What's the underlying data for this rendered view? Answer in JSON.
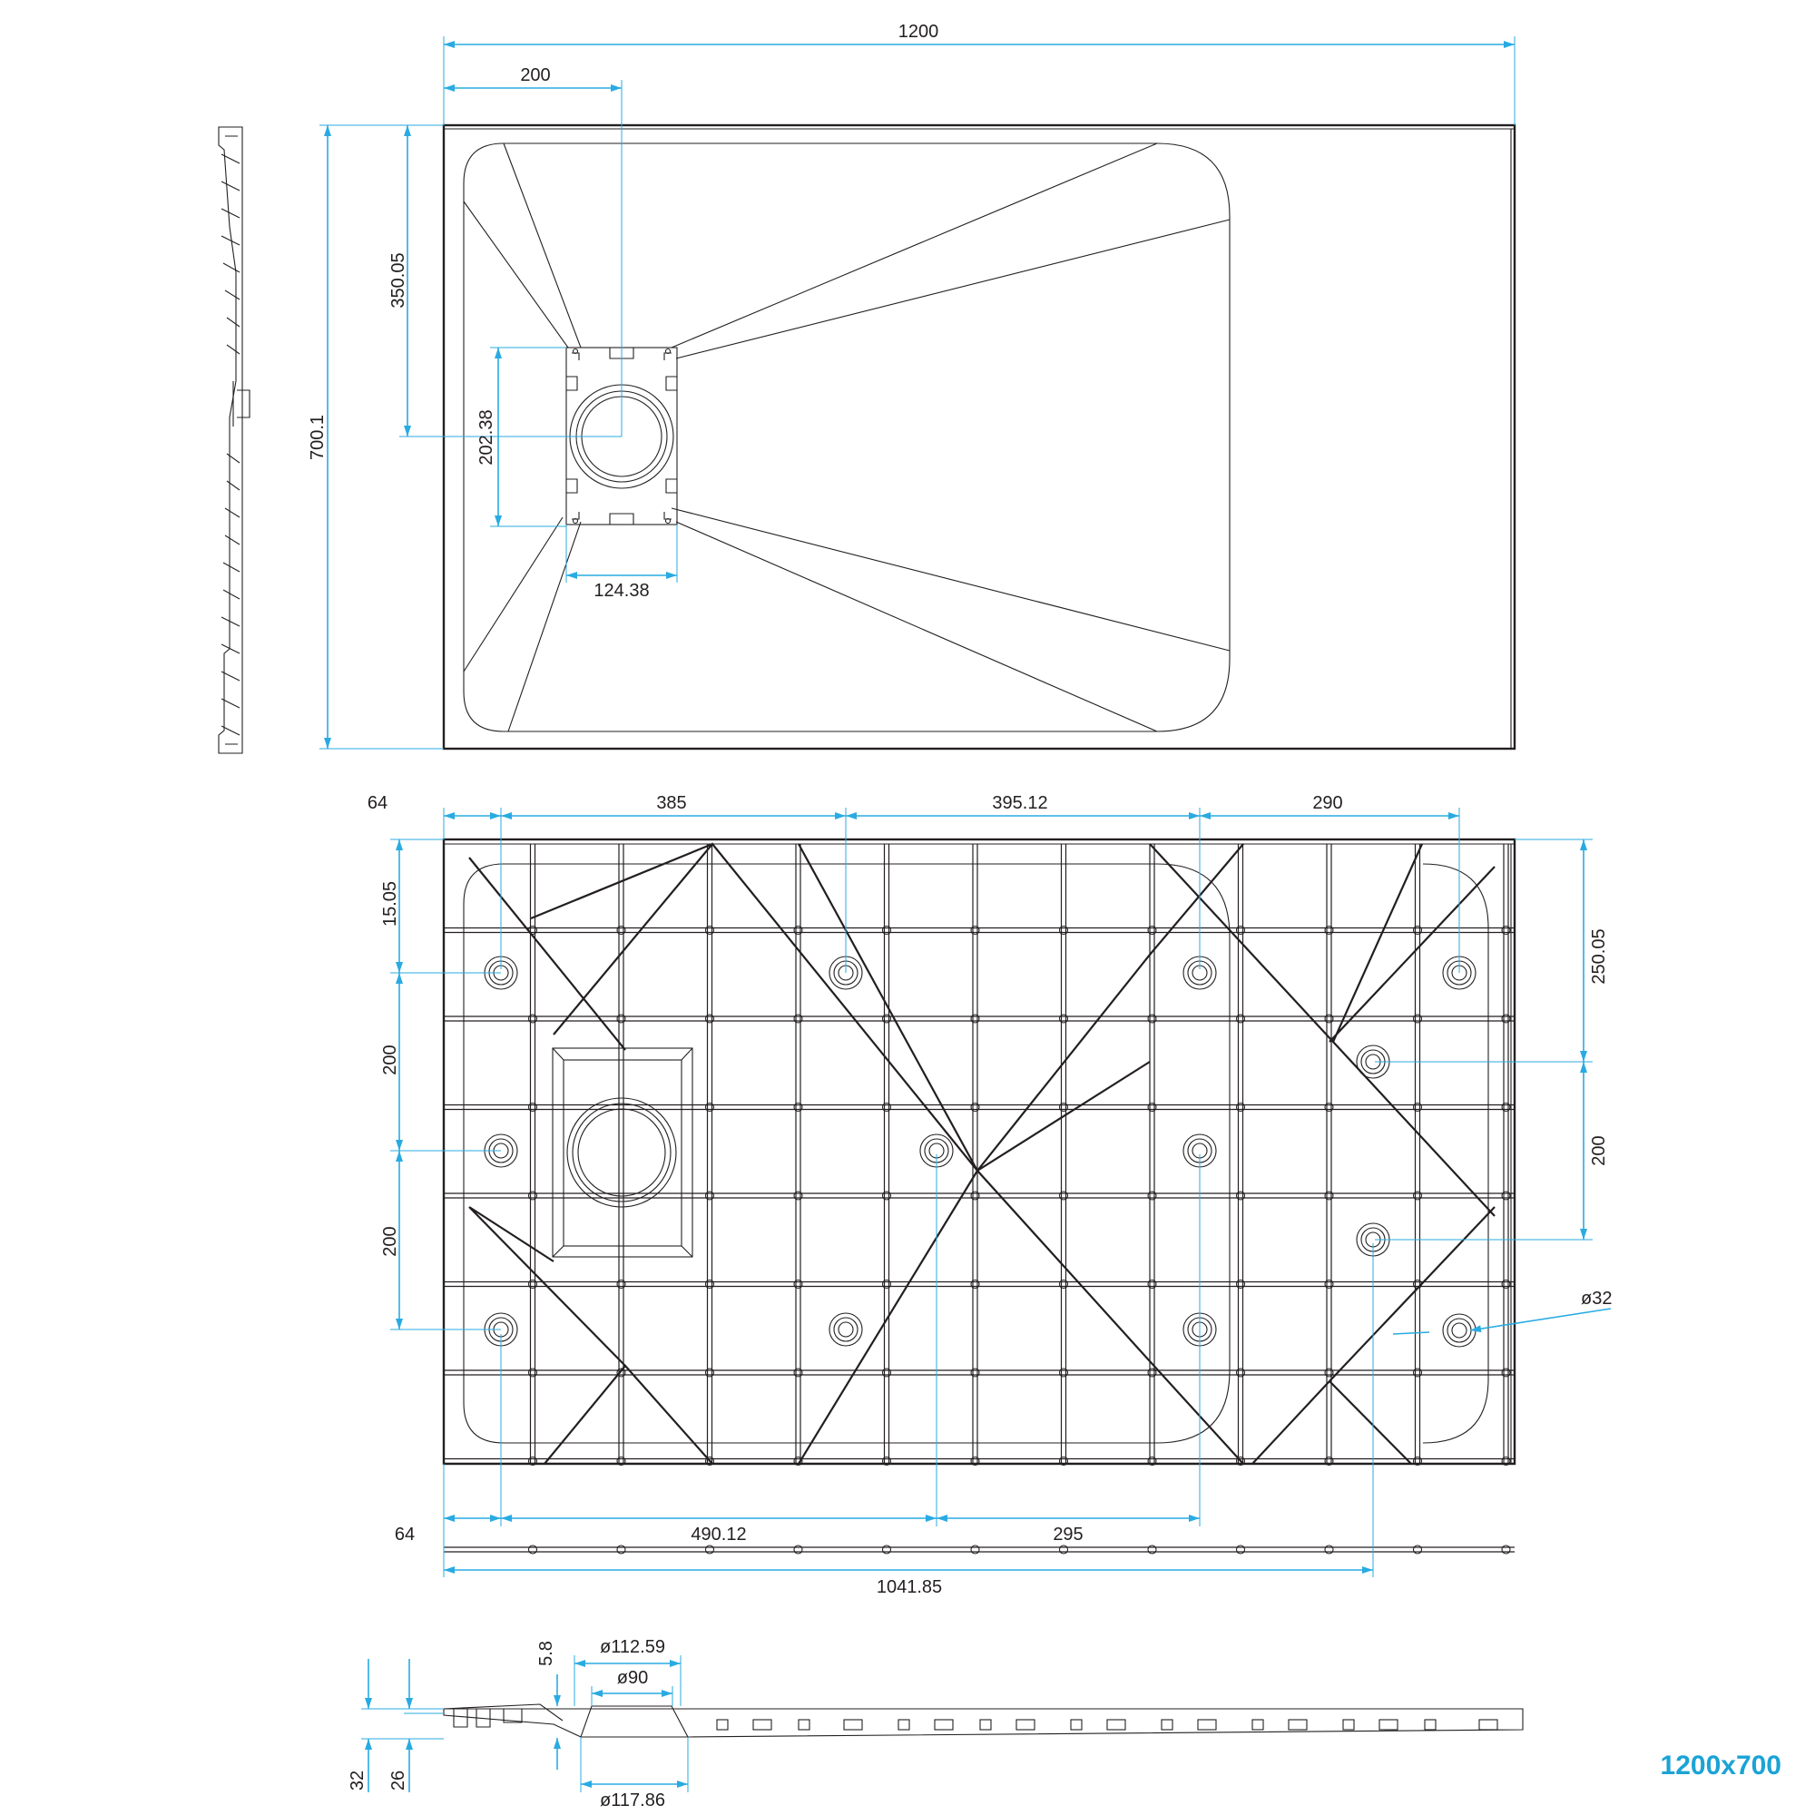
{
  "model": "1200x700",
  "colors": {
    "dimension": "#29abe2",
    "model_label": "#1ba3d5",
    "line": "#231f20"
  },
  "top_view": {
    "width": "1200",
    "height": "700.1",
    "drain_x": "200",
    "drain_y": "350.05",
    "drain_plate_height": "202.38",
    "drain_plate_width": "124.38"
  },
  "bottom_view": {
    "top_offset": "64",
    "spacing_1": "385",
    "spacing_2": "395.12",
    "spacing_3": "290",
    "left_top": "15.05",
    "left_mid_1": "200",
    "left_mid_2": "200",
    "right_top": "250.05",
    "right_mid": "200",
    "foot_diameter": "ø32",
    "bottom_offset": "64",
    "bottom_spacing_1": "490.12",
    "bottom_spacing_2": "295",
    "total_span": "1041.85"
  },
  "section_view": {
    "total_height": "32",
    "inner_height": "26",
    "drain_depth": "5.8",
    "outer_diameter": "ø112.59",
    "inner_diameter": "ø90",
    "bottom_diameter": "ø117.86"
  }
}
